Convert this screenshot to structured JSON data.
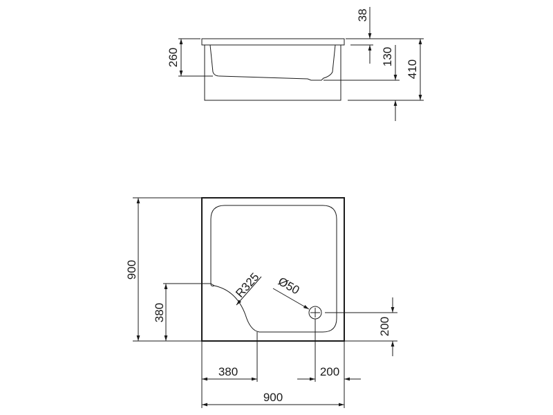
{
  "side_view": {
    "dims": {
      "total_height": "410",
      "inner_depth": "260",
      "rim": "38",
      "drain_height": "130"
    }
  },
  "plan_view": {
    "dims": {
      "width": "900",
      "depth": "900",
      "cutout_depth": "380",
      "cutout_width": "380",
      "drain_x": "200",
      "drain_y": "200",
      "radius": "R325",
      "drain_diameter": "Ø50"
    }
  },
  "colors": {
    "line": "#1a1a1a",
    "background": "#ffffff"
  }
}
